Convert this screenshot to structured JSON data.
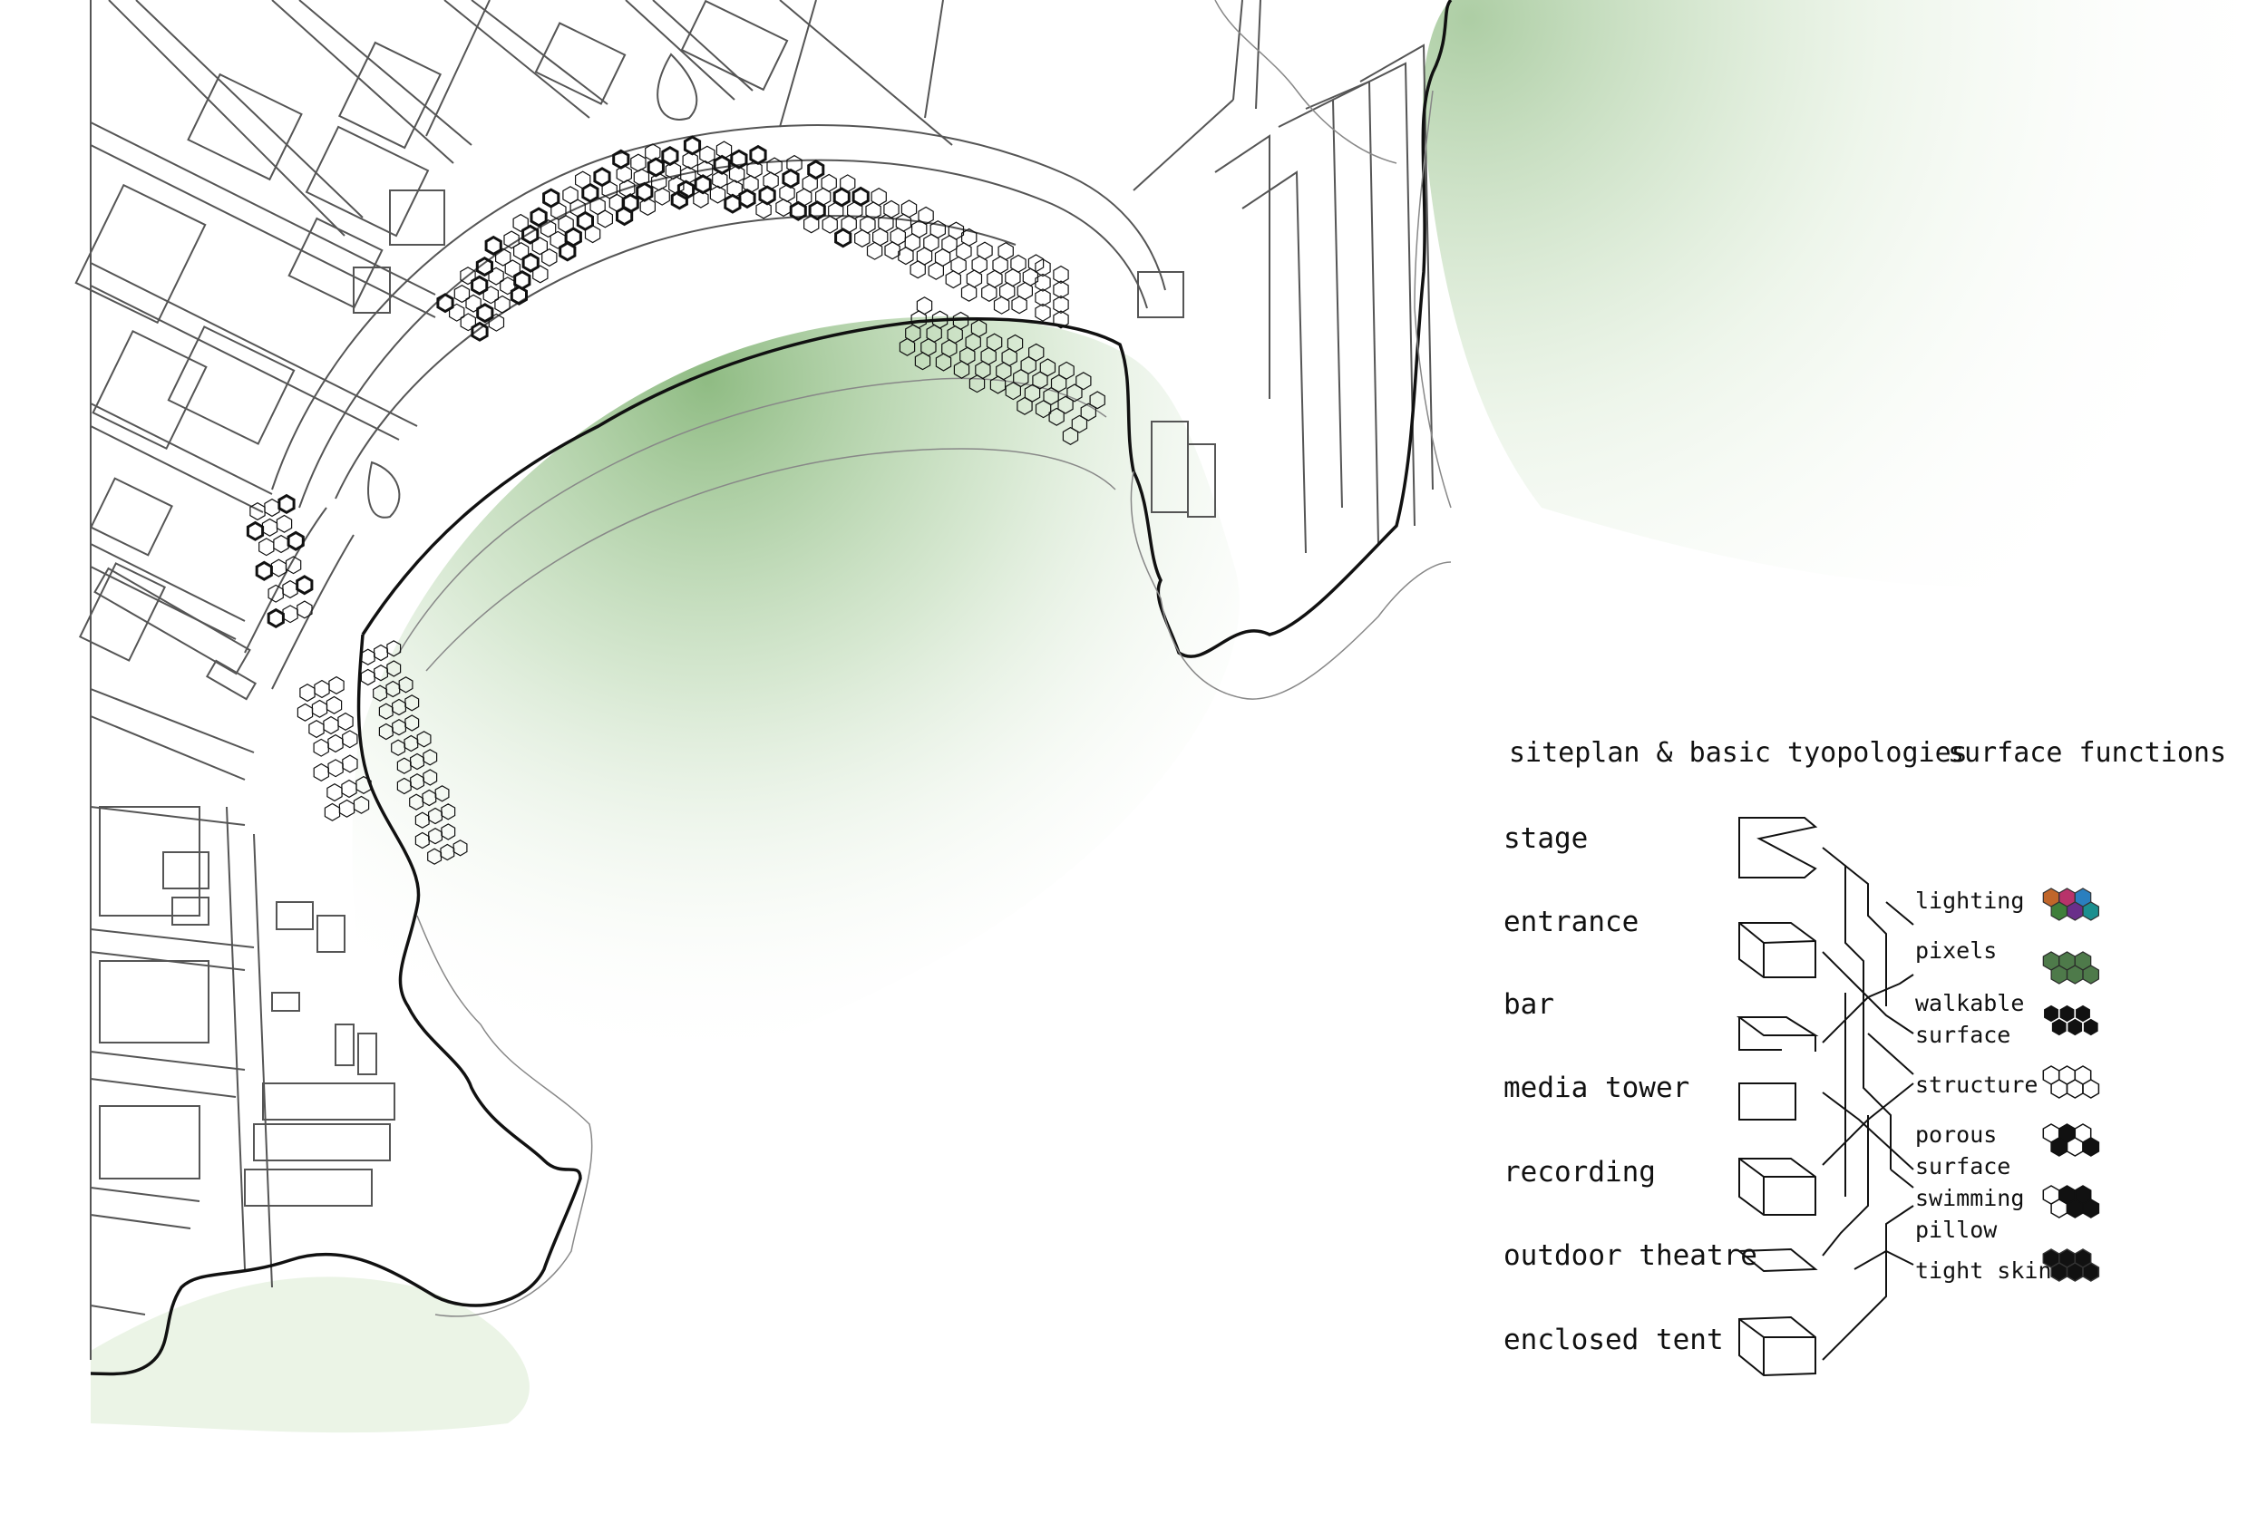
{
  "legend": {
    "heading_typologies": "siteplan & basic tyopologies",
    "heading_functions": "surface functions",
    "typologies": [
      {
        "label": "stage",
        "icon": "stage-box-icon"
      },
      {
        "label": "entrance",
        "icon": "entrance-box-icon"
      },
      {
        "label": "bar",
        "icon": "bar-box-icon"
      },
      {
        "label": "media tower",
        "icon": "media-tower-box-icon"
      },
      {
        "label": "recording",
        "icon": "recording-box-icon"
      },
      {
        "label": "outdoor theatre",
        "icon": "outdoor-theatre-plane-icon"
      },
      {
        "label": "enclosed tent",
        "icon": "enclosed-tent-box-icon"
      }
    ],
    "functions": [
      {
        "lines": [
          "lighting"
        ],
        "swatch": "lighting-hex-swatch"
      },
      {
        "lines": [
          "pixels"
        ],
        "swatch": "pixels-hex-swatch"
      },
      {
        "lines": [
          "walkable",
          "surface"
        ],
        "swatch": "walkable-surface-hex-swatch"
      },
      {
        "lines": [
          "structure"
        ],
        "swatch": "structure-hex-swatch"
      },
      {
        "lines": [
          "porous",
          "surface"
        ],
        "swatch": "porous-surface-hex-swatch"
      },
      {
        "lines": [
          "swimming",
          "pillow"
        ],
        "swatch": "swimming-pillow-hex-swatch"
      },
      {
        "lines": [
          "tight skin"
        ],
        "swatch": "tight-skin-hex-swatch"
      }
    ]
  },
  "colors": {
    "water_green": "#6aa55a",
    "coast_line": "#111111",
    "street_line": "#555555",
    "lighting_swatch": [
      "#c0662a",
      "#b8336a",
      "#2a7fbf",
      "#3f7f3a",
      "#6a2f8a",
      "#1c8f8f",
      "#e0b23a"
    ],
    "pixels_swatch": "#4e7a4a"
  }
}
